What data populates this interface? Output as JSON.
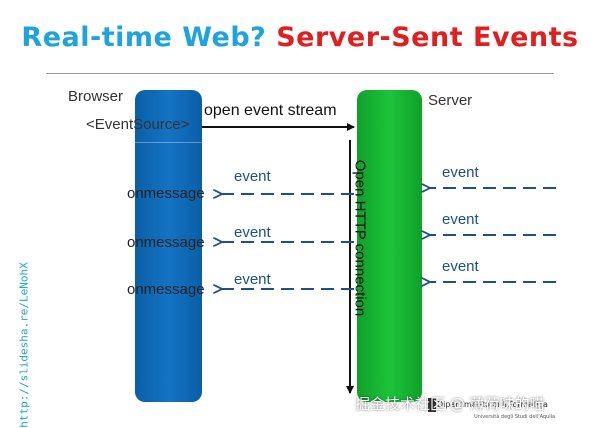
{
  "title": {
    "part1": "Real-time Web?",
    "part2": "Server-Sent Events"
  },
  "browser": {
    "label": "Browser",
    "event_source": "<EventSource>"
  },
  "server": {
    "label": "Server"
  },
  "open_stream_label": "open event stream",
  "connection_label": "Open HTTP connection",
  "onmessage": [
    "onmessage",
    "onmessage",
    "onmessage"
  ],
  "left_events": [
    "event",
    "event",
    "event"
  ],
  "right_events": [
    "event",
    "event",
    "event"
  ],
  "credit": "http://slidesha.re/LeNohX",
  "watermark": "掘金技术社区 @ 薄荷味的喵",
  "logo": {
    "text": "Dipartimento di Informatica",
    "sub": "Università degli Studi dell'Aquila"
  },
  "colors": {
    "title_blue": "#1fa3dc",
    "title_red": "#e02020",
    "browser": "#1473c4",
    "server": "#1cc43a",
    "arrow": "#1d4f8a"
  }
}
